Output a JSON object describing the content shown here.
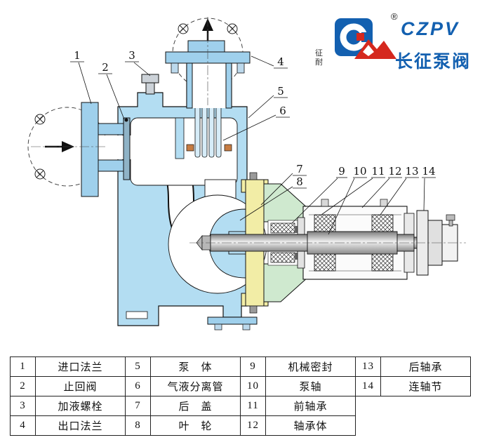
{
  "brand": {
    "registered": "®",
    "czpv": "CZPV",
    "name_cn": "长征泵阀",
    "seal_char_top": "征",
    "seal_char_bottom": "耐"
  },
  "callouts": [
    {
      "n": "1"
    },
    {
      "n": "2"
    },
    {
      "n": "3"
    },
    {
      "n": "4"
    },
    {
      "n": "5"
    },
    {
      "n": "6"
    },
    {
      "n": "7"
    },
    {
      "n": "8"
    },
    {
      "n": "9"
    },
    {
      "n": "10"
    },
    {
      "n": "11"
    },
    {
      "n": "12"
    },
    {
      "n": "13"
    },
    {
      "n": "14"
    }
  ],
  "table": {
    "rows": [
      [
        {
          "no": "1",
          "label": "进口法兰"
        },
        {
          "no": "5",
          "label": "泵　体"
        },
        {
          "no": "9",
          "label": "机械密封"
        },
        {
          "no": "13",
          "label": "后轴承"
        }
      ],
      [
        {
          "no": "2",
          "label": "止回阀"
        },
        {
          "no": "6",
          "label": "气液分离管"
        },
        {
          "no": "10",
          "label": "泵轴"
        },
        {
          "no": "14",
          "label": "连轴节"
        }
      ],
      [
        {
          "no": "3",
          "label": "加液螺栓"
        },
        {
          "no": "7",
          "label": "后　盖"
        },
        {
          "no": "11",
          "label": "前轴承"
        }
      ],
      [
        {
          "no": "4",
          "label": "出口法兰"
        },
        {
          "no": "8",
          "label": "叶　轮"
        },
        {
          "no": "12",
          "label": "轴承体"
        }
      ]
    ]
  },
  "colors": {
    "brand_blue": "#1360b0",
    "brand_red": "#d5281e",
    "casing_blue": "#b3ddf2",
    "flange_blue": "#9fd0ec",
    "cover_yellow": "#f2eda6",
    "bracket_green": "#cfe9cf",
    "gasket_orange": "#c77c42"
  }
}
